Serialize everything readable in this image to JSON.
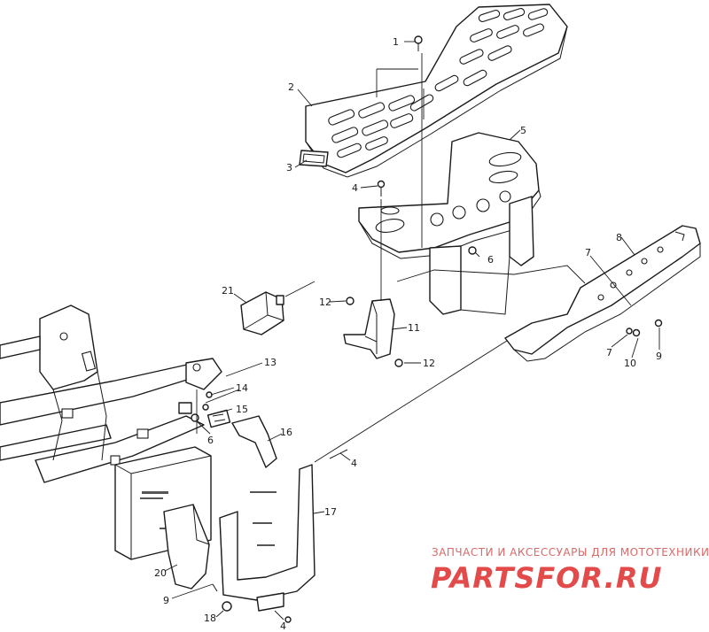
{
  "diagram": {
    "callouts": [
      {
        "id": "c1",
        "text": "1"
      },
      {
        "id": "c2",
        "text": "2"
      },
      {
        "id": "c3",
        "text": "3"
      },
      {
        "id": "c4a",
        "text": "4"
      },
      {
        "id": "c5",
        "text": "5"
      },
      {
        "id": "c6a",
        "text": "6"
      },
      {
        "id": "c7a",
        "text": "7"
      },
      {
        "id": "c8",
        "text": "8"
      },
      {
        "id": "c21",
        "text": "21"
      },
      {
        "id": "c12a",
        "text": "12"
      },
      {
        "id": "c11",
        "text": "11"
      },
      {
        "id": "c12b",
        "text": "12"
      },
      {
        "id": "c7b",
        "text": "7"
      },
      {
        "id": "c10",
        "text": "10"
      },
      {
        "id": "c9a",
        "text": "9"
      },
      {
        "id": "c13",
        "text": "13"
      },
      {
        "id": "c14",
        "text": "14"
      },
      {
        "id": "c15",
        "text": "15"
      },
      {
        "id": "c6b",
        "text": "6"
      },
      {
        "id": "c16",
        "text": "16"
      },
      {
        "id": "c4b",
        "text": "4"
      },
      {
        "id": "c17",
        "text": "17"
      },
      {
        "id": "c20",
        "text": "20"
      },
      {
        "id": "c9b",
        "text": "9"
      },
      {
        "id": "c18",
        "text": "18"
      },
      {
        "id": "c4c",
        "text": "4"
      }
    ]
  },
  "watermark": {
    "caption": "ЗАПЧАСТИ И АКСЕССУАРЫ ДЛЯ МОТОТЕХНИКИ",
    "logo": "PARTSFOR.RU",
    "color": "#e34b4b"
  }
}
